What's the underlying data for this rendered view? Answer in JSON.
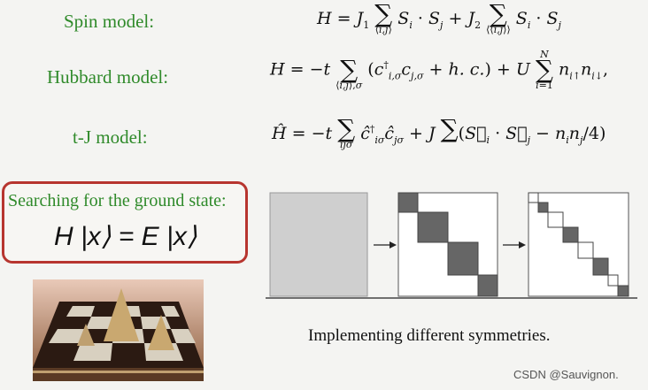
{
  "models": [
    {
      "label": "Spin model:"
    },
    {
      "label": "Hubbard model:"
    },
    {
      "label": "t-J model:"
    }
  ],
  "ground_state": {
    "title": "Searching for the ground state:",
    "equation": "H |x⟩ = E |x⟩"
  },
  "caption": "Implementing different symmetries.",
  "watermark": "CSDN @Sauvignon.",
  "colors": {
    "label_green": "#2f8a2a",
    "box_red": "#b7352f",
    "block_dark": "#666666",
    "panel_gray": "#cfcfcf"
  }
}
